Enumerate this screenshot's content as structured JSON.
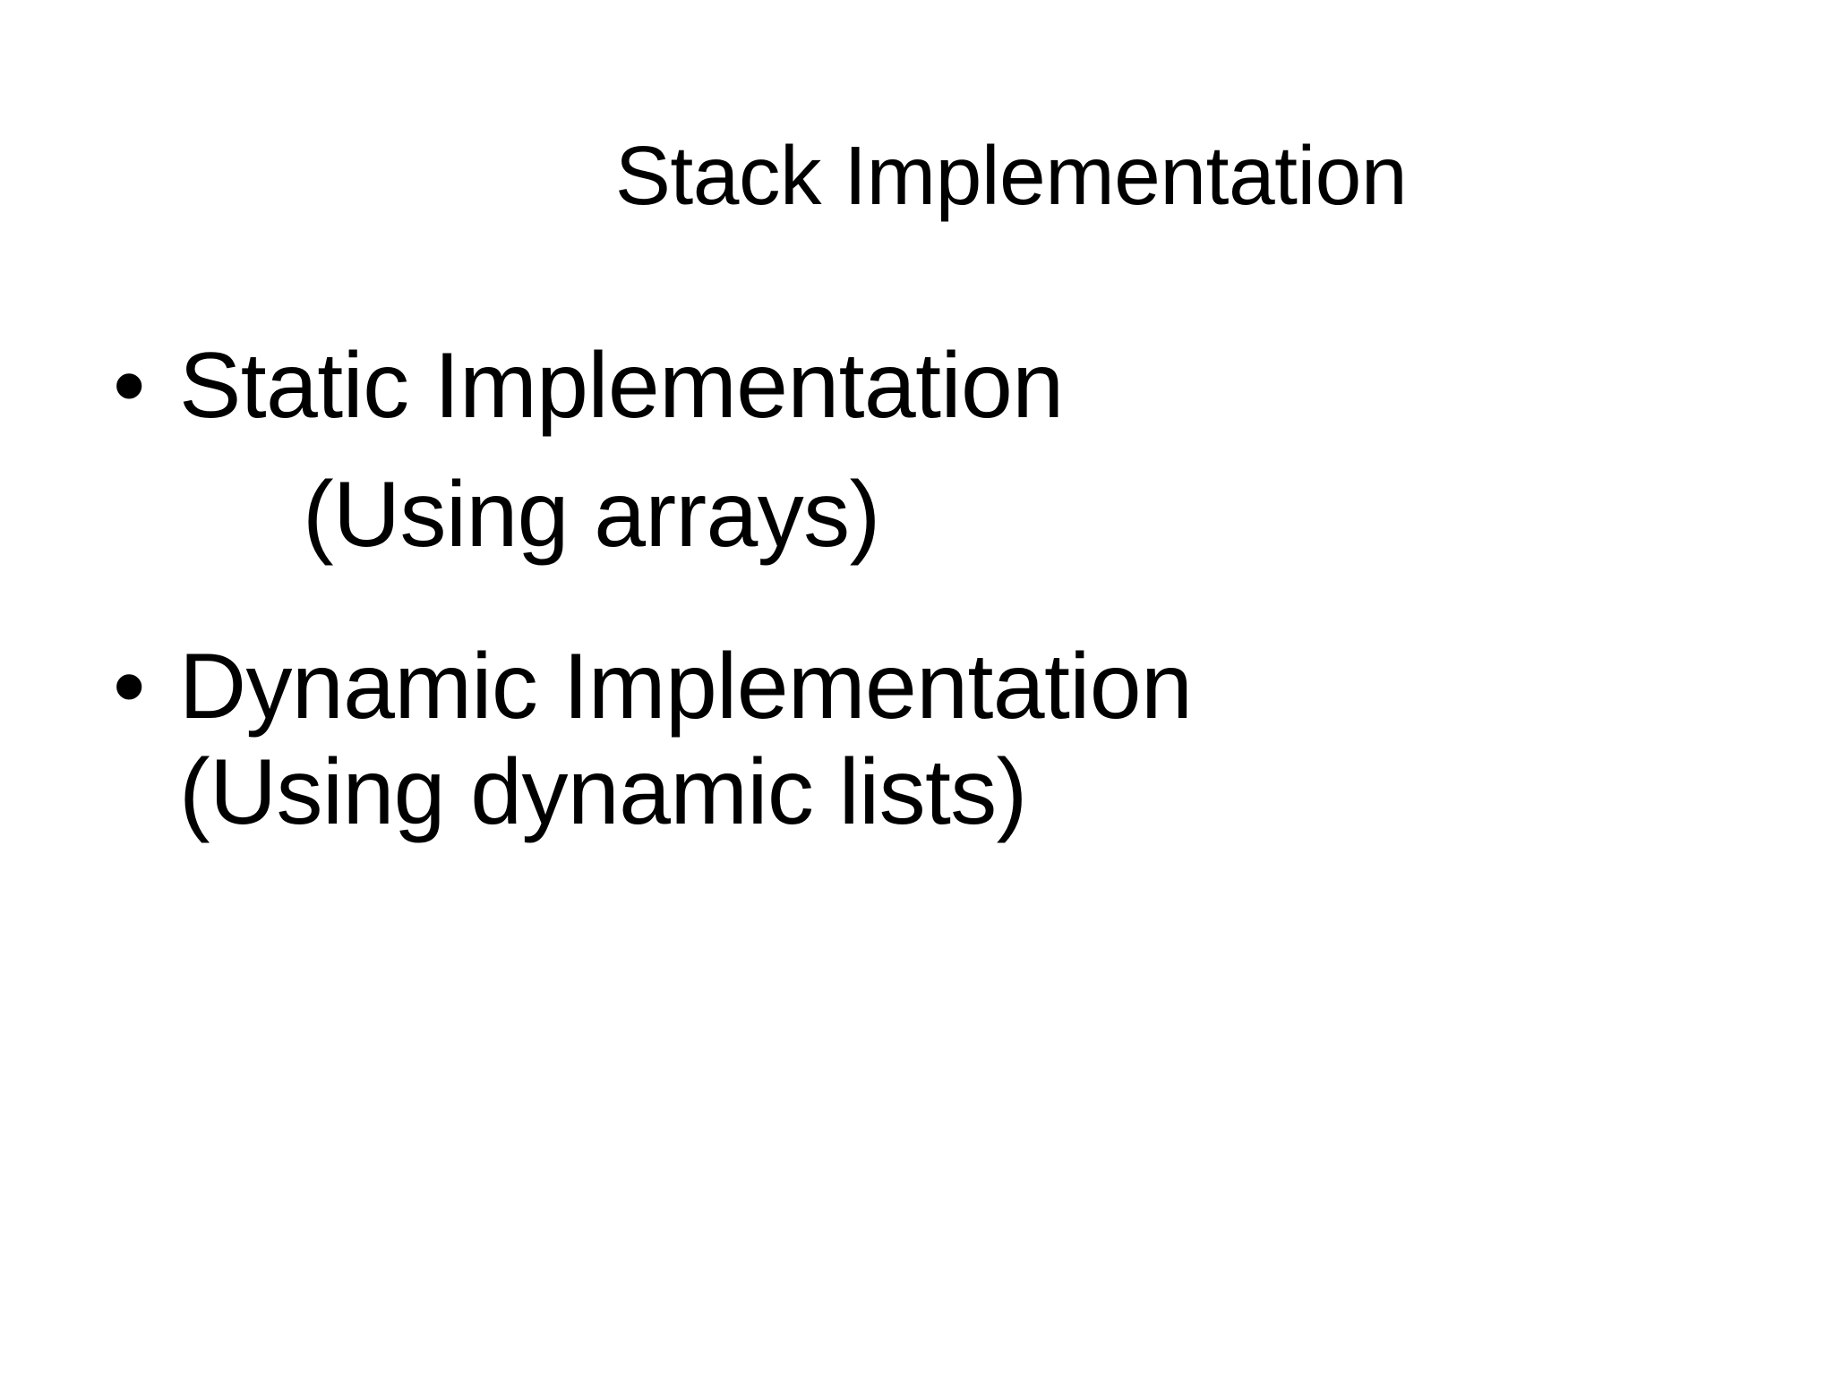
{
  "slide": {
    "background_color": "#ffffff",
    "text_color": "#000000",
    "title": "Stack Implementation",
    "bullets": [
      {
        "marker": "•",
        "text": "Static Implementation",
        "continuation": "(Using arrays)"
      },
      {
        "marker": "•",
        "text": "Dynamic Implementation",
        "continuation": "(Using dynamic lists)"
      }
    ]
  }
}
